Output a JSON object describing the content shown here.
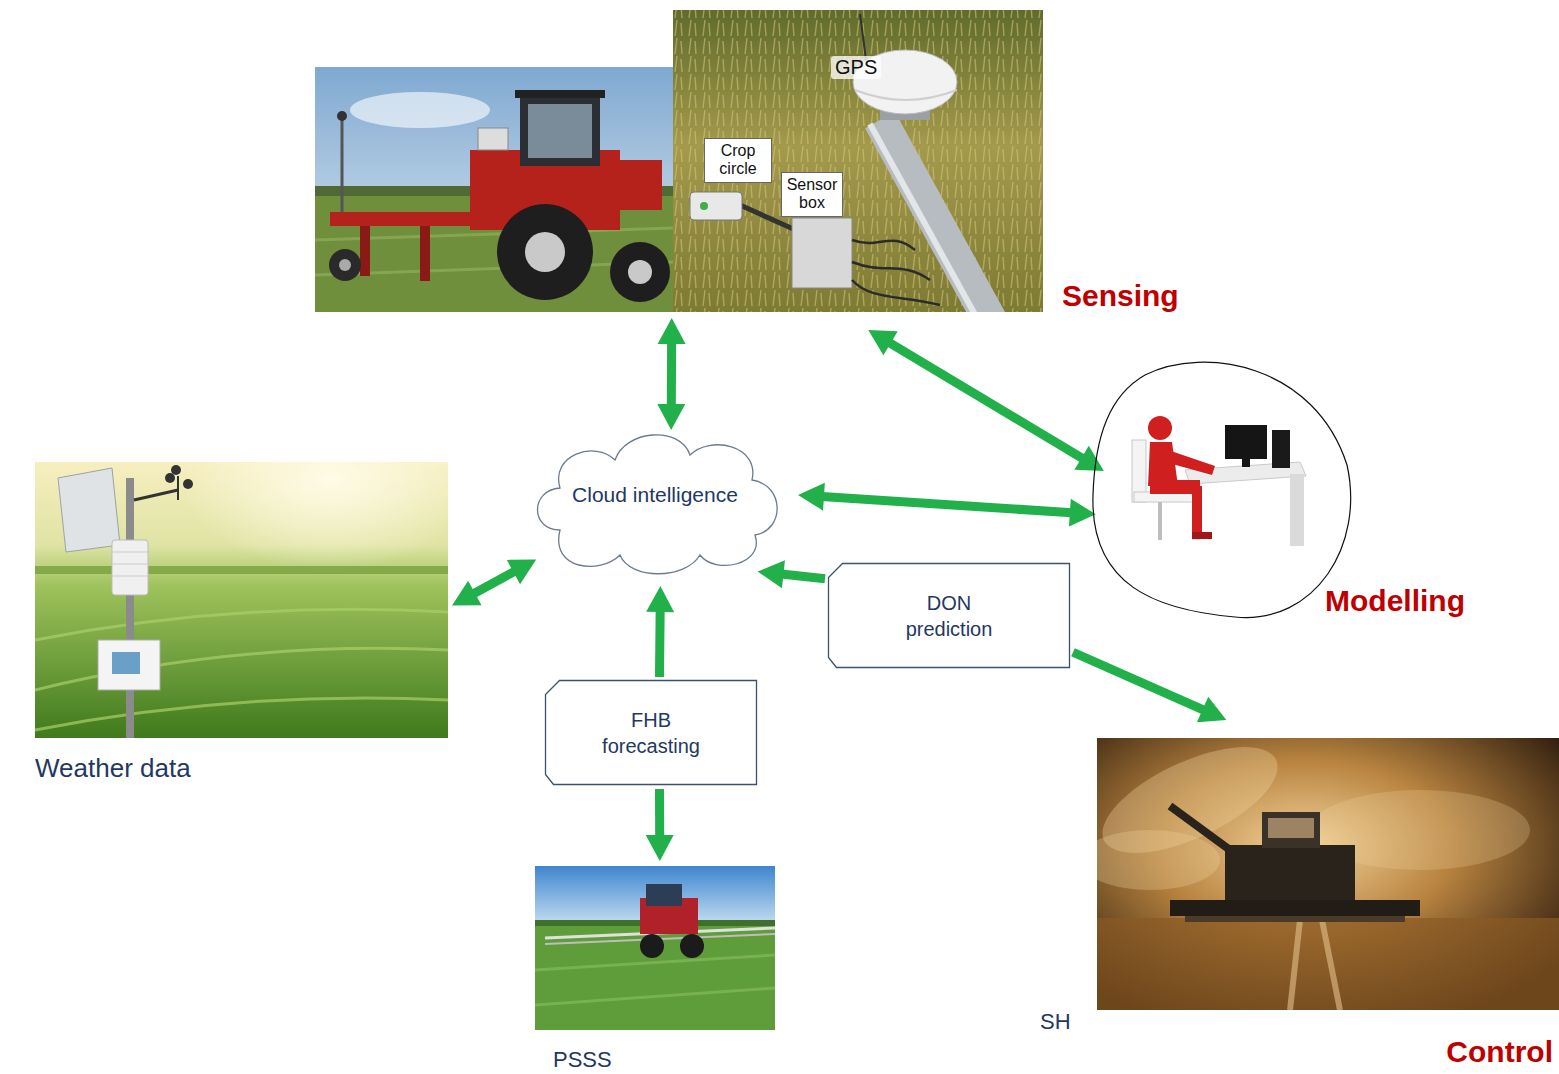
{
  "diagram": {
    "nodes": [
      {
        "text": [
          "Sensing"
        ]
      },
      {
        "text": [
          "Cloud intelligence"
        ]
      },
      {
        "text": [
          "Modelling"
        ]
      },
      {
        "text": [
          "Weather data"
        ]
      },
      {
        "text": [
          "FHB forecasting"
        ]
      },
      {
        "text": [
          "PSSS"
        ]
      },
      {
        "text": [
          "DON prediction"
        ]
      },
      {
        "text": [
          "SH",
          "Control"
        ]
      }
    ],
    "edges": [
      {
        "from": 0,
        "to": 1,
        "arrow": "both"
      },
      {
        "from": 0,
        "to": 2,
        "arrow": "both"
      },
      {
        "from": 1,
        "to": 2,
        "arrow": "both"
      },
      {
        "from": 3,
        "to": 1,
        "arrow": "both"
      },
      {
        "from": 4,
        "to": 1,
        "arrow": "to"
      },
      {
        "from": 4,
        "to": 5,
        "arrow": "to"
      },
      {
        "from": 6,
        "to": 1,
        "arrow": "to"
      },
      {
        "from": 6,
        "to": 7,
        "arrow": "to"
      }
    ],
    "labels": [
      "GPS",
      "Crop circle",
      "Sensor box"
    ]
  }
}
